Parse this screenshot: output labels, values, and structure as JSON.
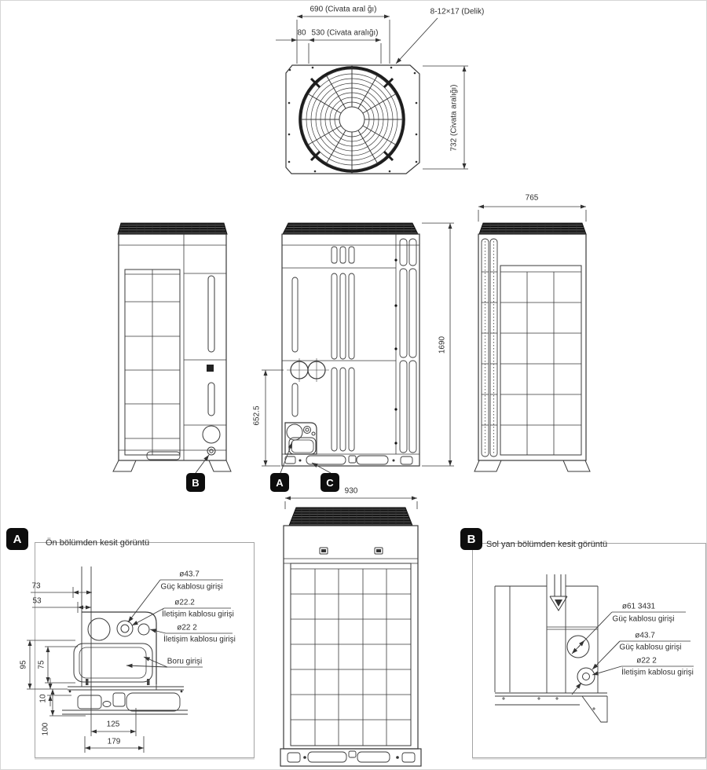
{
  "palette": {
    "line": "#3a3a3a",
    "dark_fill": "#161616",
    "bg": "#ffffff",
    "callout_bg": "#0d0d0d",
    "callout_text": "#ffffff"
  },
  "views": {
    "top": {
      "dim_bolt_w": "690 (Civata aral ğı)",
      "dim_80": "80",
      "dim_530": "530 (Civata aralığı)",
      "holes": "8-12×17 (Delik)",
      "dim_bolt_h": "732 (Civata aralığı)"
    },
    "left_side": {
      "callout": "B"
    },
    "front": {
      "height": "1690",
      "knockout_height": "652.5",
      "callout_a": "A",
      "callout_c": "C"
    },
    "right_side": {
      "depth": "765"
    },
    "rear": {
      "width": "930"
    }
  },
  "detail_a": {
    "callout": "A",
    "title": "Ön bölümden kesit görüntü",
    "dims": {
      "d73": "73",
      "d53": "53",
      "d95": "95",
      "d75": "75",
      "d10": "10",
      "d100": "100",
      "d125": "125",
      "d179": "179"
    },
    "annotations": [
      {
        "dia": "ø43.7",
        "text": "Güç kablosu girişi"
      },
      {
        "dia": "ø22.2",
        "text": "İletişim kablosu girişi"
      },
      {
        "dia": "ø22 2",
        "text": "İletişim kablosu girişi"
      },
      {
        "dia": "",
        "text": "Boru girişi"
      }
    ]
  },
  "detail_b": {
    "callout": "B",
    "title": "Sol yan bölümden kesit görüntü",
    "annotations": [
      {
        "dia": "ø61 3431",
        "text": "Güç kablosu girişi"
      },
      {
        "dia": "ø43.7",
        "text": "Güç kablosu girişi"
      },
      {
        "dia": "ø22 2",
        "text": "İletişim kablosu girişi"
      }
    ]
  }
}
